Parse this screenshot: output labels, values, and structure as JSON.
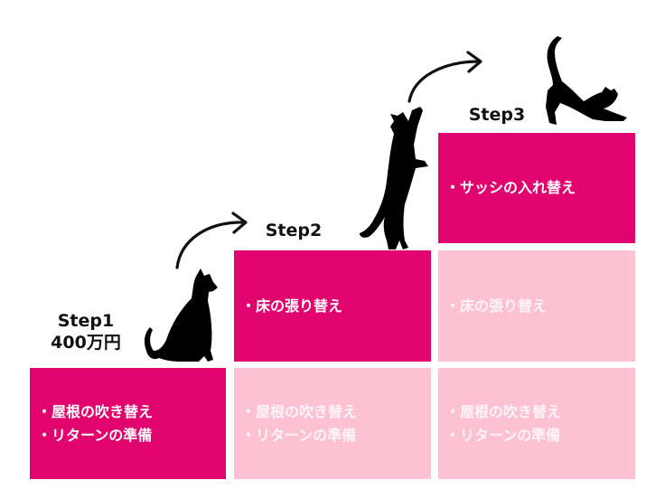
{
  "colors": {
    "active": "#e2046e",
    "faded": "#fcc2d3",
    "text_dark": "#111111"
  },
  "steps": [
    {
      "title": "Step1",
      "subtitle": "400万円",
      "icon": "sitting-cat-icon"
    },
    {
      "title": "Step2",
      "icon": "reaching-cat-icon"
    },
    {
      "title": "Step3",
      "icon": "stretching-cat-icon"
    }
  ],
  "tasks": {
    "roof_and_return": [
      "屋根の吹き替え",
      "リターンの準備"
    ],
    "floor": [
      "床の張り替え"
    ],
    "sash": [
      "サッシの入れ替え"
    ]
  },
  "arrows": [
    "arrow-step1-to-step2",
    "arrow-step2-to-step3"
  ]
}
